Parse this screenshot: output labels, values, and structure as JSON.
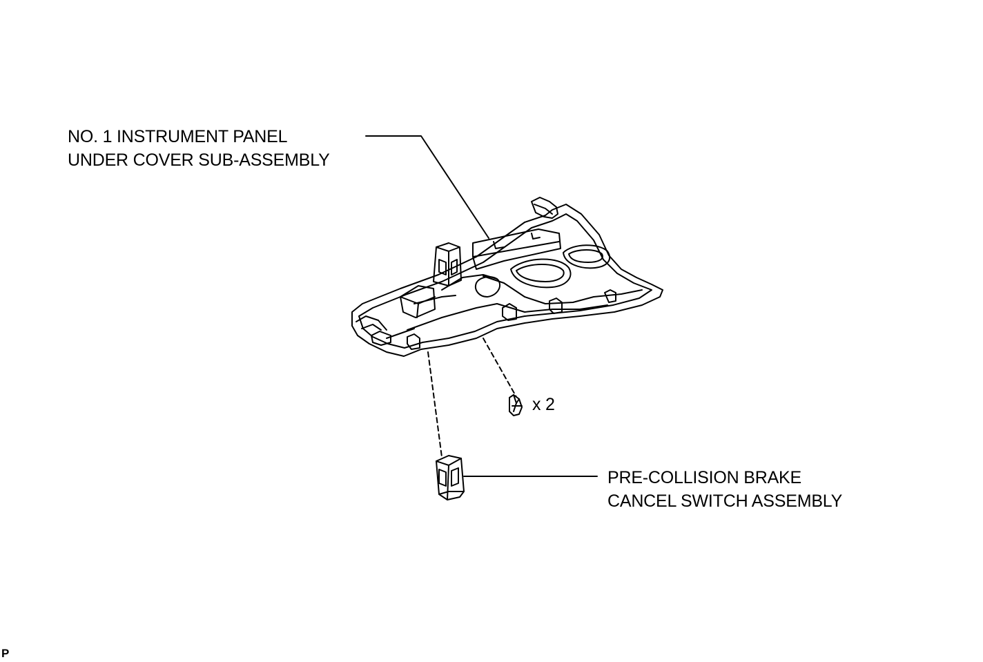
{
  "callouts": {
    "cover": {
      "line1": "NO. 1 INSTRUMENT PANEL",
      "line2": "UNDER COVER SUB-ASSEMBLY"
    },
    "switch": {
      "line1": "PRE-COLLISION BRAKE",
      "line2": "CANCEL SWITCH ASSEMBLY"
    },
    "screw_quantity": "x 2"
  },
  "corner_code": "P",
  "colors": {
    "line": "#000000",
    "background": "#ffffff"
  }
}
